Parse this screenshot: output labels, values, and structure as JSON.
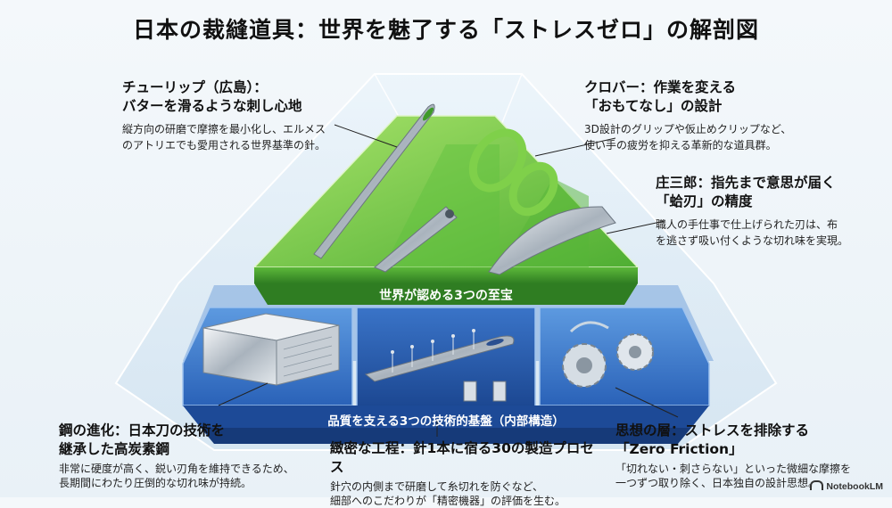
{
  "title": "日本の裁縫道具：世界を魅了する「ストレスゼロ」の解剖図",
  "upper_band_label": "世界が認める3つの至宝",
  "lower_band_label": "品質を支える3つの技術的基盤（内部構造）",
  "callouts": {
    "tulip": {
      "heading": [
        "チューリップ（広島）：",
        "バターを滑るような刺し心地"
      ],
      "body": [
        "縦方向の研磨で摩擦を最小化し、エルメス",
        "のアトリエでも愛用される世界基準の針。"
      ]
    },
    "clover": {
      "heading": [
        "クロバー：作業を変える",
        "「おもてなし」の設計"
      ],
      "body": [
        "3D設計のグリップや仮止めクリップなど、",
        "使い手の疲労を抑える革新的な道具群。"
      ]
    },
    "shozaburo": {
      "heading": [
        "庄三郎：指先まで意思が届く",
        "「蛤刃」の精度"
      ],
      "body": [
        "職人の手仕事で仕上げられた刃は、布",
        "を逃さず吸い付くような切れ味を実現。"
      ]
    },
    "steel": {
      "heading": [
        "鋼の進化：日本刀の技術を",
        "継承した高炭素鋼"
      ],
      "body": [
        "非常に硬度が高く、鋭い刃角を維持できるため、",
        "長期間にわたり圧倒的な切れ味が持続。"
      ]
    },
    "process": {
      "heading": [
        "緻密な工程：針1本に宿る30の製造プロセス"
      ],
      "body": [
        "針穴の内側まで研磨して糸切れを防ぐなど、",
        "細部へのこだわりが「精密機器」の評価を生む。"
      ]
    },
    "philosophy": {
      "heading": [
        "思想の層：ストレスを排除する",
        "「Zero Friction」"
      ],
      "body": [
        "「切れない・刺さらない」といった微細な摩擦を",
        "一つずつ取り除く、日本独自の設計思想。"
      ]
    }
  },
  "logo_text": "NotebookLM",
  "colors": {
    "green_light": "#8fd84f",
    "green_dark": "#3f9a2a",
    "blue_light": "#4a86d1",
    "blue_dark": "#1f4f9e",
    "glass": "#cfe3f2"
  }
}
